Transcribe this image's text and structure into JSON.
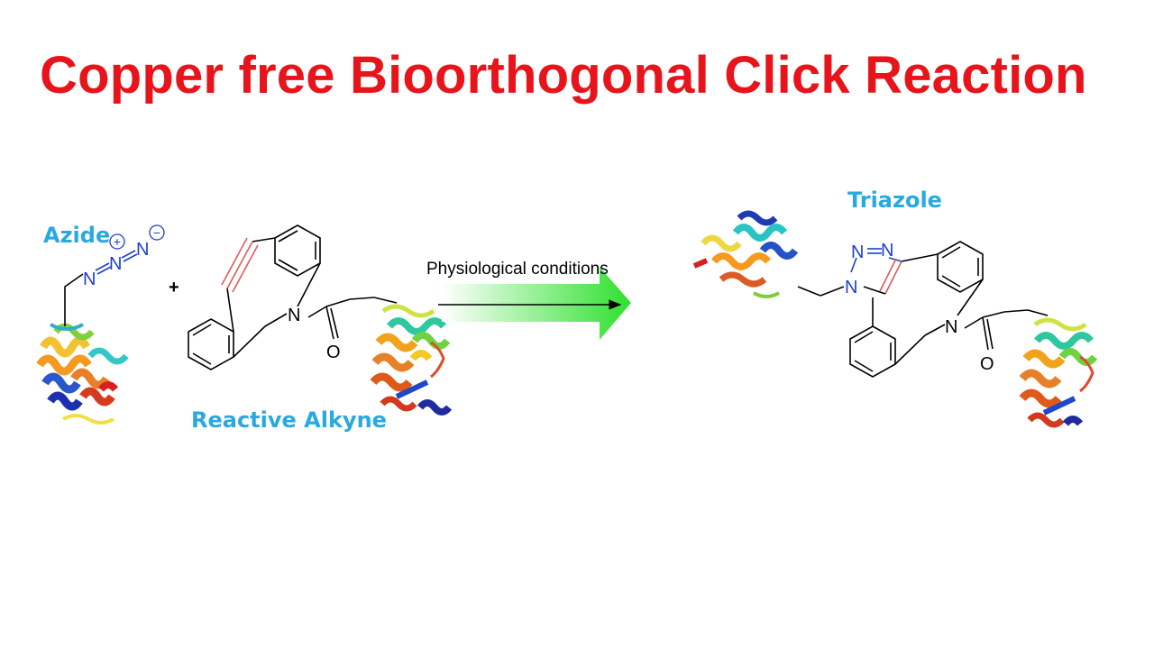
{
  "slide": {
    "title": "Copper free Bioorthogonal Click Reaction",
    "labels": {
      "azide": "Azide",
      "alkyne": "Reactive Alkyne",
      "triazole": "Triazole",
      "conditions": "Physiological conditions",
      "plus": "+"
    },
    "atoms": {
      "n": "N",
      "o": "O",
      "plus_charge": "+",
      "minus_charge": "−"
    },
    "colors": {
      "title": "#e8141b",
      "label": "#29a9e1",
      "nitrogen": "#1f3fd1",
      "alkyne_bond": "#e05a5a",
      "arrow_start": "#ffffff",
      "arrow_end": "#2ee02e"
    }
  }
}
